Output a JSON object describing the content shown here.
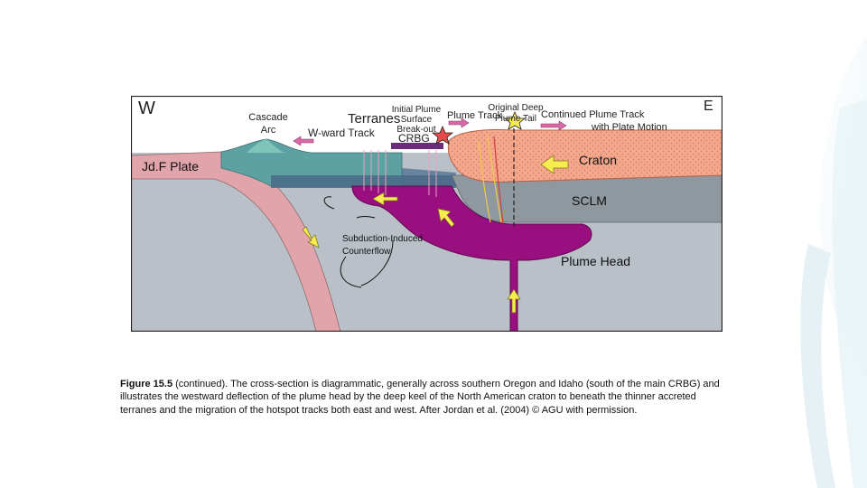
{
  "diagram": {
    "direction_west": "W",
    "direction_east": "E",
    "labels": {
      "jdf_plate": "Jd.F Plate",
      "cascade_arc": [
        "Cascade",
        "Arc"
      ],
      "terranes": "Terranes",
      "ww_track": "W-ward Track",
      "crbg": "CRBG",
      "initial_plume": [
        "Initial Plume",
        "Surface",
        "Break-out"
      ],
      "plume_track": "Plume Track",
      "original_deep": [
        "Original Deep",
        "Plume Tail"
      ],
      "continued_track": [
        "Continued Plume Track",
        "with Plate Motion"
      ],
      "craton": "Craton",
      "sclm": "SCLM",
      "counterflow": [
        "Subduction-Induced",
        "Counterflow"
      ],
      "plume_head": "Plume Head"
    },
    "colors": {
      "frame": "#231f20",
      "mantle": "#b9c0c7",
      "slab": "#e1a4ab",
      "plume": "#9a0f7f",
      "craton": "#f4a78b",
      "sclm": "#8e989e",
      "terrane": "#5ea1a3",
      "arrow": "#f6ec4f",
      "track_arrow": "#d96aa7"
    }
  },
  "caption": {
    "figure_number": "Figure 15.5",
    "text": " (continued). The cross-section is diagrammatic, generally across southern Oregon and Idaho (south of the main CRBG) and illustrates the westward deflection of the plume head by the deep keel of the North American craton to beneath the thinner accreted terranes and the migration of the hotspot tracks both east and west. After Jordan et al. (2004) © AGU with permission."
  }
}
